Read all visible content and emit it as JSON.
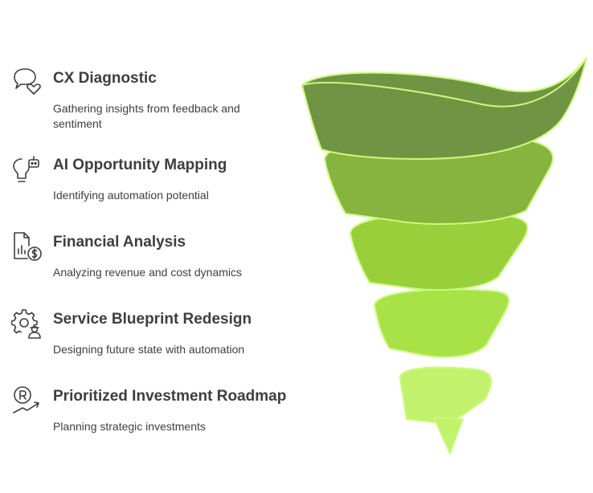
{
  "steps": [
    {
      "title": "CX Diagnostic",
      "description": "Gathering insights from feedback and sentiment",
      "icon": "speech-bubble-heart-icon"
    },
    {
      "title": "AI Opportunity Mapping",
      "description": "Identifying automation potential",
      "icon": "lightbulb-robot-icon"
    },
    {
      "title": "Financial Analysis",
      "description": "Analyzing revenue and cost dynamics",
      "icon": "document-chart-dollar-icon"
    },
    {
      "title": "Service Blueprint Redesign",
      "description": "Designing future state with automation",
      "icon": "gear-person-icon"
    },
    {
      "title": "Prioritized Investment Roadmap",
      "description": "Planning strategic investments",
      "icon": "registered-trend-arrow-icon"
    }
  ],
  "colors": {
    "text": "#3e3e3e",
    "band_1": "#6f9443",
    "band_2": "#86b43f",
    "band_3": "#98cf3b",
    "band_4": "#a9e246",
    "band_5": "#c2f26c",
    "outline": "#c9fb7a"
  }
}
